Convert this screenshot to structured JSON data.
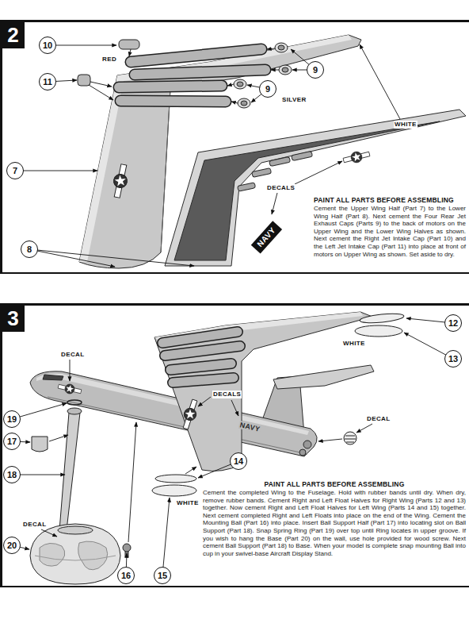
{
  "diagram": {
    "nodes": [
      {
        "text": [
          "PAINT ALL PARTS BEFORE ASSEMBLING",
          "Cement the Upper Wing Half (Part 7) to the Lower Wing Half (Part 8). Next cement the Four Rear Jet Exhaust Caps (Parts 9) to the back of motors on the Upper Wing and the Lower Wing Halves as shown. Next cement the Right Jet Intake Cap (Part 10) and the Left Jet Intake Cap (Part 11) into place at front of motors on Upper Wing as shown. Set aside to dry."
        ]
      },
      {
        "text": [
          "2"
        ],
        "in": 0
      },
      {
        "text": [
          "10"
        ],
        "in": 0
      },
      {
        "text": [
          "11"
        ],
        "in": 0
      },
      {
        "text": [
          "9"
        ],
        "in": 0
      },
      {
        "text": [
          "9"
        ],
        "in": 0
      },
      {
        "text": [
          "7"
        ],
        "in": 0
      },
      {
        "text": [
          "8"
        ],
        "in": 0
      },
      {
        "text": [
          "PAINT ALL PARTS BEFORE ASSEMBLING",
          "Cement the completed Wing to the Fuselage. Hold with rubber bands until dry. When dry, remove rubber bands. Cement Right and Left Float Halves for Right Wing (Parts 12 and 13) together. Now cement Right and Left Float Halves for Left Wing (Parts 14 and 15) together. Next cement completed Right and Left Floats into place on the end of the Wing. Cement the Mounting Ball (Part 16) into place. Insert Ball Support Half (Part 17) into locating slot on Ball Support (Part 18). Snap Spring Ring (Part 19) over top until Ring locates in upper groove. If you wish to hang the Base (Part 20) on the wall, use hole provided for wood screw. Next cement Ball Support (Part 18) to Base. When your model is complete snap mounting Ball into cup in your swivel-base Aircraft Display Stand."
        ]
      },
      {
        "text": [
          "3"
        ],
        "in": 8
      },
      {
        "text": [
          "12"
        ],
        "in": 8
      },
      {
        "text": [
          "13"
        ],
        "in": 8
      },
      {
        "text": [
          "19"
        ],
        "in": 8
      },
      {
        "text": [
          "17"
        ],
        "in": 8
      },
      {
        "text": [
          "18"
        ],
        "in": 8
      },
      {
        "text": [
          "14"
        ],
        "in": 8
      },
      {
        "text": [
          "20"
        ],
        "in": 8
      },
      {
        "text": [
          "16"
        ],
        "in": 8
      },
      {
        "text": [
          "15"
        ],
        "in": 8
      }
    ],
    "labels": [
      "RED",
      "SILVER",
      "WHITE",
      "DECALS",
      "NAVY",
      "WHITE",
      "DECAL",
      "DECALS",
      "DECAL",
      "NAVY",
      "WHITE",
      "DECAL"
    ]
  }
}
